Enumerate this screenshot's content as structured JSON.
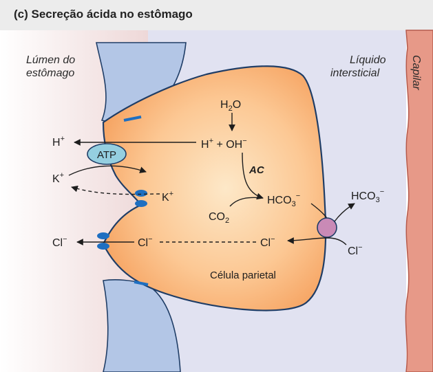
{
  "title": "(c) Secreção ácida no estômago",
  "regions": {
    "lumen_line1": "Lúmen do",
    "lumen_line2": "estômago",
    "interstitial_line1": "Líquido",
    "interstitial_line2": "intersticial",
    "capillary": "Capilar"
  },
  "cell_label": "Célula parietal",
  "enzyme": "AC",
  "pump": "ATP",
  "chemicals": {
    "water": {
      "base": "H",
      "sub": "2",
      "tail": "O"
    },
    "h_plus_oh": {
      "h": "H",
      "plus_sup": "+",
      "mid": " + OH",
      "minus_sup": "−"
    },
    "h_lumen": {
      "base": "H",
      "sup": "+"
    },
    "k_lumen": {
      "base": "K",
      "sup": "+"
    },
    "k_cell": {
      "base": "K",
      "sup": "+"
    },
    "co2": {
      "base": "CO",
      "sub": "2"
    },
    "hco3_cell": {
      "base": "HCO",
      "sub": "3",
      "sup": "−"
    },
    "hco3_out": {
      "base": "HCO",
      "sub": "3",
      "sup": "−"
    },
    "cl_lumen": {
      "base": "Cl",
      "sup": "−"
    },
    "cl_cell_left": {
      "base": "Cl",
      "sup": "−"
    },
    "cl_cell_right": {
      "base": "Cl",
      "sup": "−"
    },
    "cl_out": {
      "base": "Cl",
      "sup": "−"
    }
  },
  "colors": {
    "cell_fill": "#fbc48f",
    "cell_border": "#1f3d66",
    "neighbor_cells": "#b3c6e6",
    "interstitial": "#e1e2f1",
    "capillary": "#e79988",
    "lumen": "#f6e8e8",
    "channel": "#1e6fc1",
    "exchanger": "#c98ab6",
    "atp_pump": "#95cfe0",
    "enzyme_label": "#1a7bc2"
  }
}
